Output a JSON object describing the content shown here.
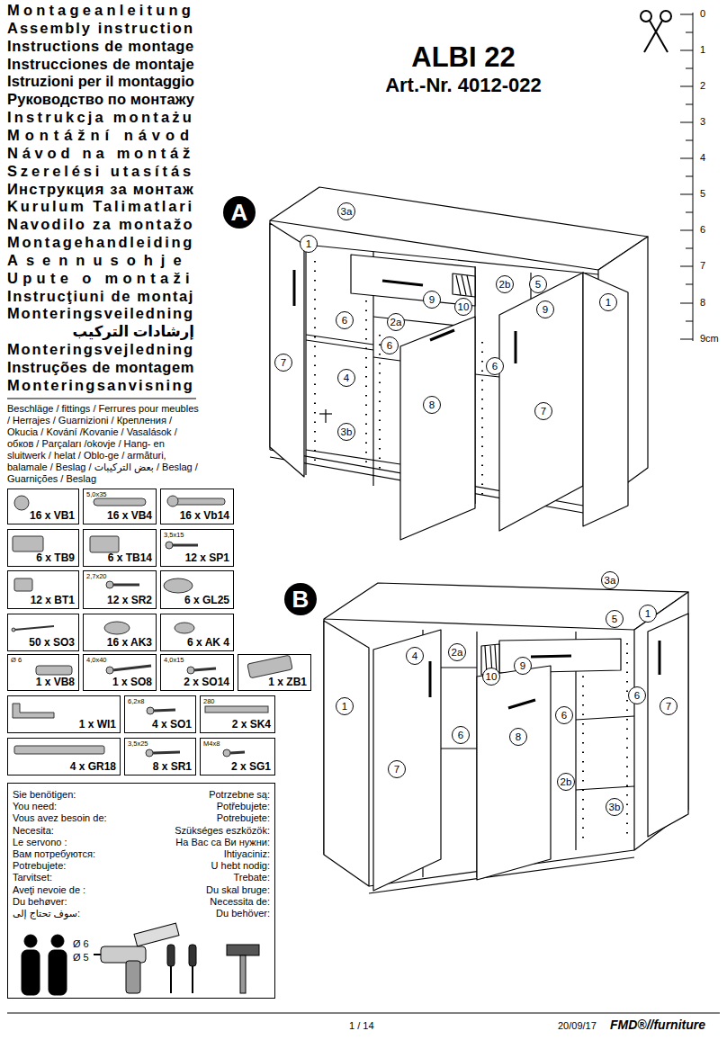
{
  "diagram": {
    "title": "ALBI 22",
    "nodes": [
      {
        "text": [
          "16 x VB1"
        ]
      },
      {
        "text": [
          "5,0x35",
          "16 x VB4"
        ]
      },
      {
        "text": [
          "16 x Vb14"
        ]
      },
      {
        "text": [
          "6 x TB9"
        ]
      },
      {
        "text": [
          "6 x TB14"
        ]
      },
      {
        "text": [
          "3,5x15",
          "12 x SP1"
        ]
      },
      {
        "text": [
          "12 x BT1"
        ]
      },
      {
        "text": [
          "2,7x20",
          "12 x SR2"
        ]
      },
      {
        "text": [
          "6 x GL25"
        ]
      },
      {
        "text": [
          "50 x SO3"
        ]
      },
      {
        "text": [
          "16 x AK3"
        ]
      },
      {
        "text": [
          "6 x AK 4"
        ]
      },
      {
        "text": [
          "Ø 6",
          "1 x VB8"
        ]
      },
      {
        "text": [
          "4,0x40",
          "1 x SO8"
        ]
      },
      {
        "text": [
          "4,0x15",
          "2 x SO14"
        ]
      },
      {
        "text": [
          "1 x ZB1"
        ]
      },
      {
        "text": [
          "1 x WI1"
        ]
      },
      {
        "text": [
          "6,2x8",
          "4 x SO1"
        ]
      },
      {
        "text": [
          "280",
          "2 x SK4"
        ]
      },
      {
        "text": [
          "4 x GR18"
        ]
      },
      {
        "text": [
          "3,5x25",
          "8 x SR1"
        ]
      },
      {
        "text": [
          "M4x8",
          "2 x SG1"
        ]
      },
      {
        "text": [
          "Sie benötigen:",
          "You need:",
          "Vous avez besoin de:",
          "Necesita:",
          "Le servono :",
          "Вам потребуются:",
          "Potrebujete:",
          "Tarvitset:",
          "Aveţi nevoie de :",
          "Du behøver:",
          "سوف تحتاج إلى:",
          "Potrzebne są:",
          "Potřebujete:",
          "Potrebujete:",
          "Szükséges eszközök:",
          "На Вас са Ви нужни:",
          "Ihtiyaciniz:",
          "U hebt nodig:",
          "Trebate:",
          "Du skal bruge:",
          "Necessita de:",
          "Du behöver:",
          "Ø 6",
          "Ø 5"
        ]
      }
    ],
    "labels": [
      "Montageanleitung",
      "Assembly instruction",
      "Instructions de montage",
      "Instrucciones de montaje",
      "Istruzioni per il montaggio",
      "Руководство по монтажу",
      "Instrukcja montażu",
      "Montážní návod",
      "Návod na montáž",
      "Szerelési utasítás",
      "Инструкция за монтаж",
      "Kurulum Talimatlari",
      "Navodilo za montažo",
      "Montagehandleiding",
      "Asennusohje",
      "Upute o montaži",
      "Instrucţiuni de montaj",
      "Monteringsveiledning",
      "إرشادات التركيب",
      "Monteringsvejledning",
      "Instruções de montagem",
      "Monteringsanvisning",
      "Beschläge / fittings / Ferrures pour meubles / Herrajes / Guarnizioni / Крепления / Okucia / Kování /Kovanie / Vasalások / обков / Parçaları /okovje / Hang- en sluitwerk / helat / Oblo-ge / armături, balamale / Beslag / بعض التركيبات / Beslag / Guarnições / Beslag",
      "Art.-Nr. 4012-022",
      "0",
      "1",
      "2",
      "3",
      "4",
      "5",
      "6",
      "7",
      "8",
      "9cm",
      "A",
      "3a",
      "1",
      "2b",
      "5",
      "9",
      "10",
      "9",
      "1",
      "6",
      "2a",
      "6",
      "7",
      "6",
      "4",
      "8",
      "7",
      "3b",
      "B",
      "3a",
      "5",
      "1",
      "4",
      "2a",
      "9",
      "10",
      "1",
      "6",
      "7",
      "6",
      "6",
      "8",
      "7",
      "2b",
      "3b",
      "1 / 14",
      "20/09/17",
      "FMD®//furniture"
    ]
  }
}
